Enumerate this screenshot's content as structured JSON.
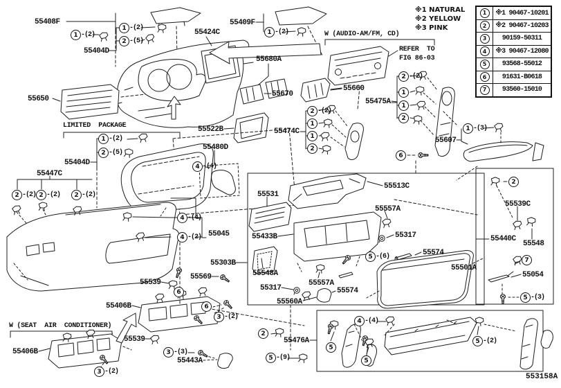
{
  "page": {
    "figure_code": "553158A"
  },
  "notes": [
    {
      "text": "※1 NATURAL"
    },
    {
      "text": "※2 YELLOW"
    },
    {
      "text": "※3 PINK"
    }
  ],
  "fastener_table": {
    "rows": [
      {
        "num": "1",
        "code": "※1 90467-10201"
      },
      {
        "num": "2",
        "code": "※2 90467-10203"
      },
      {
        "num": "3",
        "code": "90159-50311"
      },
      {
        "num": "4",
        "code": "※3 90467-12080"
      },
      {
        "num": "5",
        "code": "93568-55012"
      },
      {
        "num": "6",
        "code": "91631-B0618"
      },
      {
        "num": "7",
        "code": "93560-15010"
      }
    ]
  },
  "sections": {
    "limited_package": "LIMITED  PACKAGE",
    "audio": "W (AUDIO-AM/FM, CD)",
    "seat_ac": "W (SEAT  AIR  CONDITIONER)",
    "refer_to_1": "REFER  TO",
    "refer_to_2": "FIG 86-03"
  },
  "part_labels": [
    {
      "text": "55408F"
    },
    {
      "text": "55404D"
    },
    {
      "text": "55409F"
    },
    {
      "text": "55424C"
    },
    {
      "text": "55650"
    },
    {
      "text": "55680A"
    },
    {
      "text": "55670"
    },
    {
      "text": "55660"
    },
    {
      "text": "55522B"
    },
    {
      "text": "55475A"
    },
    {
      "text": "55474C"
    },
    {
      "text": "55607"
    },
    {
      "text": "55480D"
    },
    {
      "text": "55404D"
    },
    {
      "text": "55447C"
    },
    {
      "text": "55513C"
    },
    {
      "text": "55531"
    },
    {
      "text": "55557A"
    },
    {
      "text": "55433B"
    },
    {
      "text": "55317"
    },
    {
      "text": "55045"
    },
    {
      "text": "55303B"
    },
    {
      "text": "55569"
    },
    {
      "text": "55539"
    },
    {
      "text": "55548A"
    },
    {
      "text": "55557A"
    },
    {
      "text": "55317"
    },
    {
      "text": "55574"
    },
    {
      "text": "55560A"
    },
    {
      "text": "55574"
    },
    {
      "text": "55501A"
    },
    {
      "text": "55440C"
    },
    {
      "text": "55548"
    },
    {
      "text": "55539C"
    },
    {
      "text": "55054"
    },
    {
      "text": "55406B"
    },
    {
      "text": "55406B"
    },
    {
      "text": "55539"
    },
    {
      "text": "55443A"
    },
    {
      "text": "55476A"
    }
  ],
  "callouts": [
    {
      "num": "1",
      "qty": "(2)"
    },
    {
      "num": "1",
      "qty": "(2)"
    },
    {
      "num": "2",
      "qty": "(5)"
    },
    {
      "num": "1",
      "qty": "(2)"
    },
    {
      "num": "2",
      "qty": "(2)"
    },
    {
      "num": "1",
      "qty": ""
    },
    {
      "num": "1",
      "qty": ""
    },
    {
      "num": "2",
      "qty": ""
    },
    {
      "num": "2",
      "qty": "(2)"
    },
    {
      "num": "1",
      "qty": ""
    },
    {
      "num": "1",
      "qty": ""
    },
    {
      "num": "2",
      "qty": ""
    },
    {
      "num": "6",
      "qty": ""
    },
    {
      "num": "1",
      "qty": "(3)"
    },
    {
      "num": "1",
      "qty": "(2)"
    },
    {
      "num": "2",
      "qty": "(5)"
    },
    {
      "num": "4",
      "qty": "(4)"
    },
    {
      "num": "2",
      "qty": "(2)"
    },
    {
      "num": "2",
      "qty": "(2)"
    },
    {
      "num": "2",
      "qty": "(2)"
    },
    {
      "num": "4",
      "qty": "(4)"
    },
    {
      "num": "4",
      "qty": "(2)"
    },
    {
      "num": "5",
      "qty": "(6)"
    },
    {
      "num": "6",
      "qty": ""
    },
    {
      "num": "6",
      "qty": ""
    },
    {
      "num": "3",
      "qty": "(2)"
    },
    {
      "num": "3",
      "qty": "(3)"
    },
    {
      "num": "3",
      "qty": "(2)"
    },
    {
      "num": "2",
      "qty": ""
    },
    {
      "num": "5",
      "qty": "(9)"
    },
    {
      "num": "7",
      "qty": ""
    },
    {
      "num": "5",
      "qty": "(3)"
    },
    {
      "num": "4",
      "qty": "(4)"
    },
    {
      "num": "5",
      "qty": ""
    },
    {
      "num": "5",
      "qty": ""
    },
    {
      "num": "5",
      "qty": "(2)"
    },
    {
      "num": "2",
      "qty": ""
    }
  ]
}
